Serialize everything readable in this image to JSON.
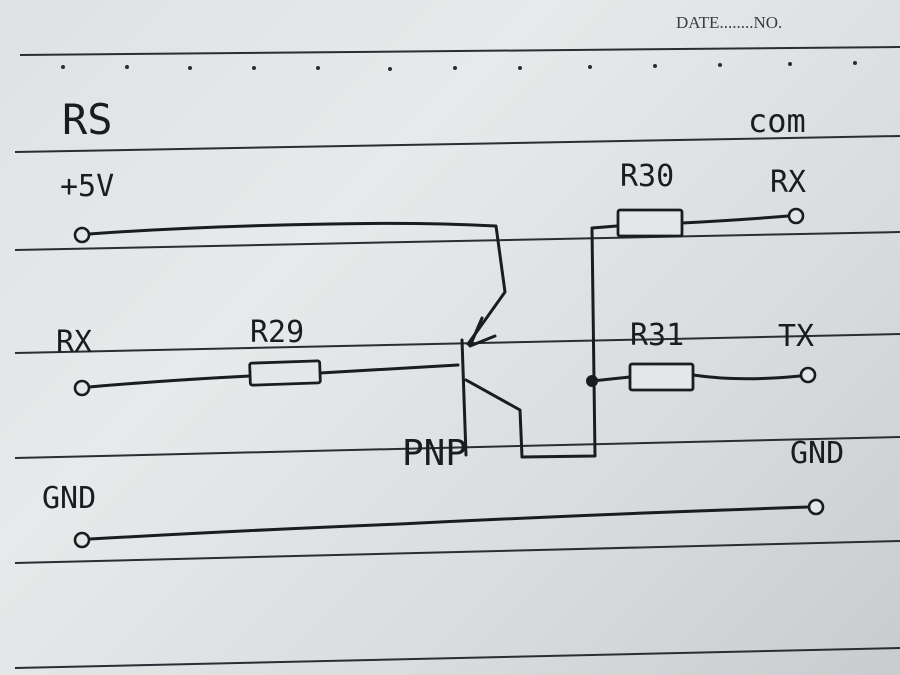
{
  "header": {
    "date_no": "DATE........NO."
  },
  "left_section": {
    "title": "RS"
  },
  "right_section": {
    "title": "com"
  },
  "terminals": {
    "left_5v": "+5V",
    "left_rx": "RX",
    "left_gnd": "GND",
    "right_rx": "RX",
    "right_tx": "TX",
    "right_gnd": "GND"
  },
  "resistors": {
    "r29": "R29",
    "r30": "R30",
    "r31": "R31"
  },
  "transistor": {
    "type": "PNP"
  }
}
